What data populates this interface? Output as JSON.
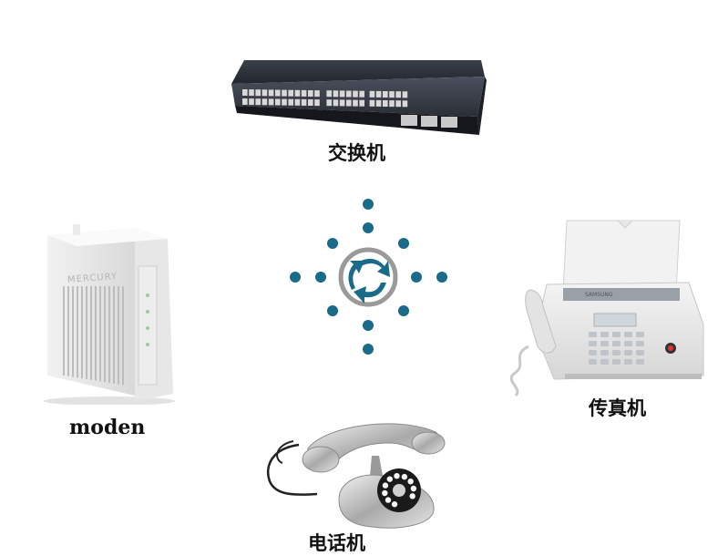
{
  "labels": {
    "switch": "交换机",
    "modem": "moden",
    "fax": "传真机",
    "phone": "电话机"
  },
  "devices": {
    "switch": {
      "icon": "network-switch-icon"
    },
    "modem": {
      "icon": "modem-icon",
      "brand_text": "MERCURY"
    },
    "fax": {
      "icon": "fax-machine-icon",
      "brand_text": "SAMSUNG"
    },
    "phone": {
      "icon": "rotary-telephone-icon"
    }
  },
  "hub": {
    "icon": "cycle-arrows-icon",
    "accent_color": "#1a6a8a",
    "ring_color": "#9a9a9a"
  }
}
